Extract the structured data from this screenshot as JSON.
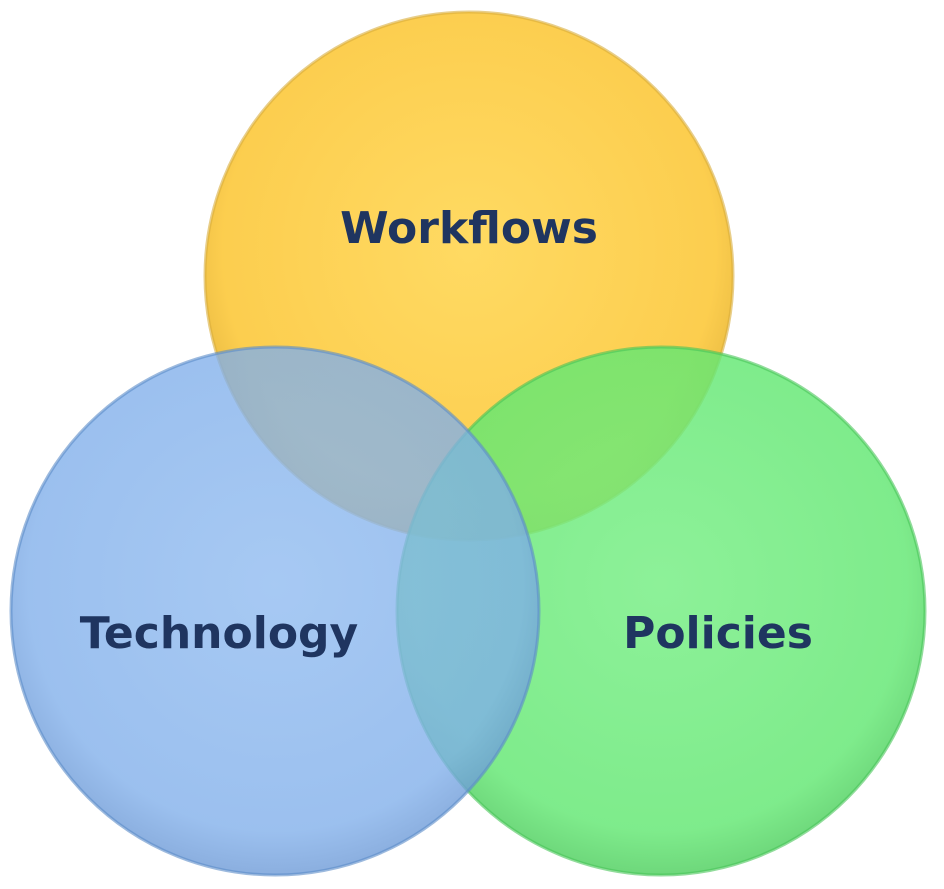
{
  "diagram": {
    "type": "venn",
    "sets": [
      {
        "id": "workflows",
        "label": "Workflows",
        "color": "#FCC83A"
      },
      {
        "id": "technology",
        "label": "Technology",
        "color": "#6FA6E6"
      },
      {
        "id": "policies",
        "label": "Policies",
        "color": "#4FE35E"
      }
    ],
    "label_color": "#1F3560"
  }
}
